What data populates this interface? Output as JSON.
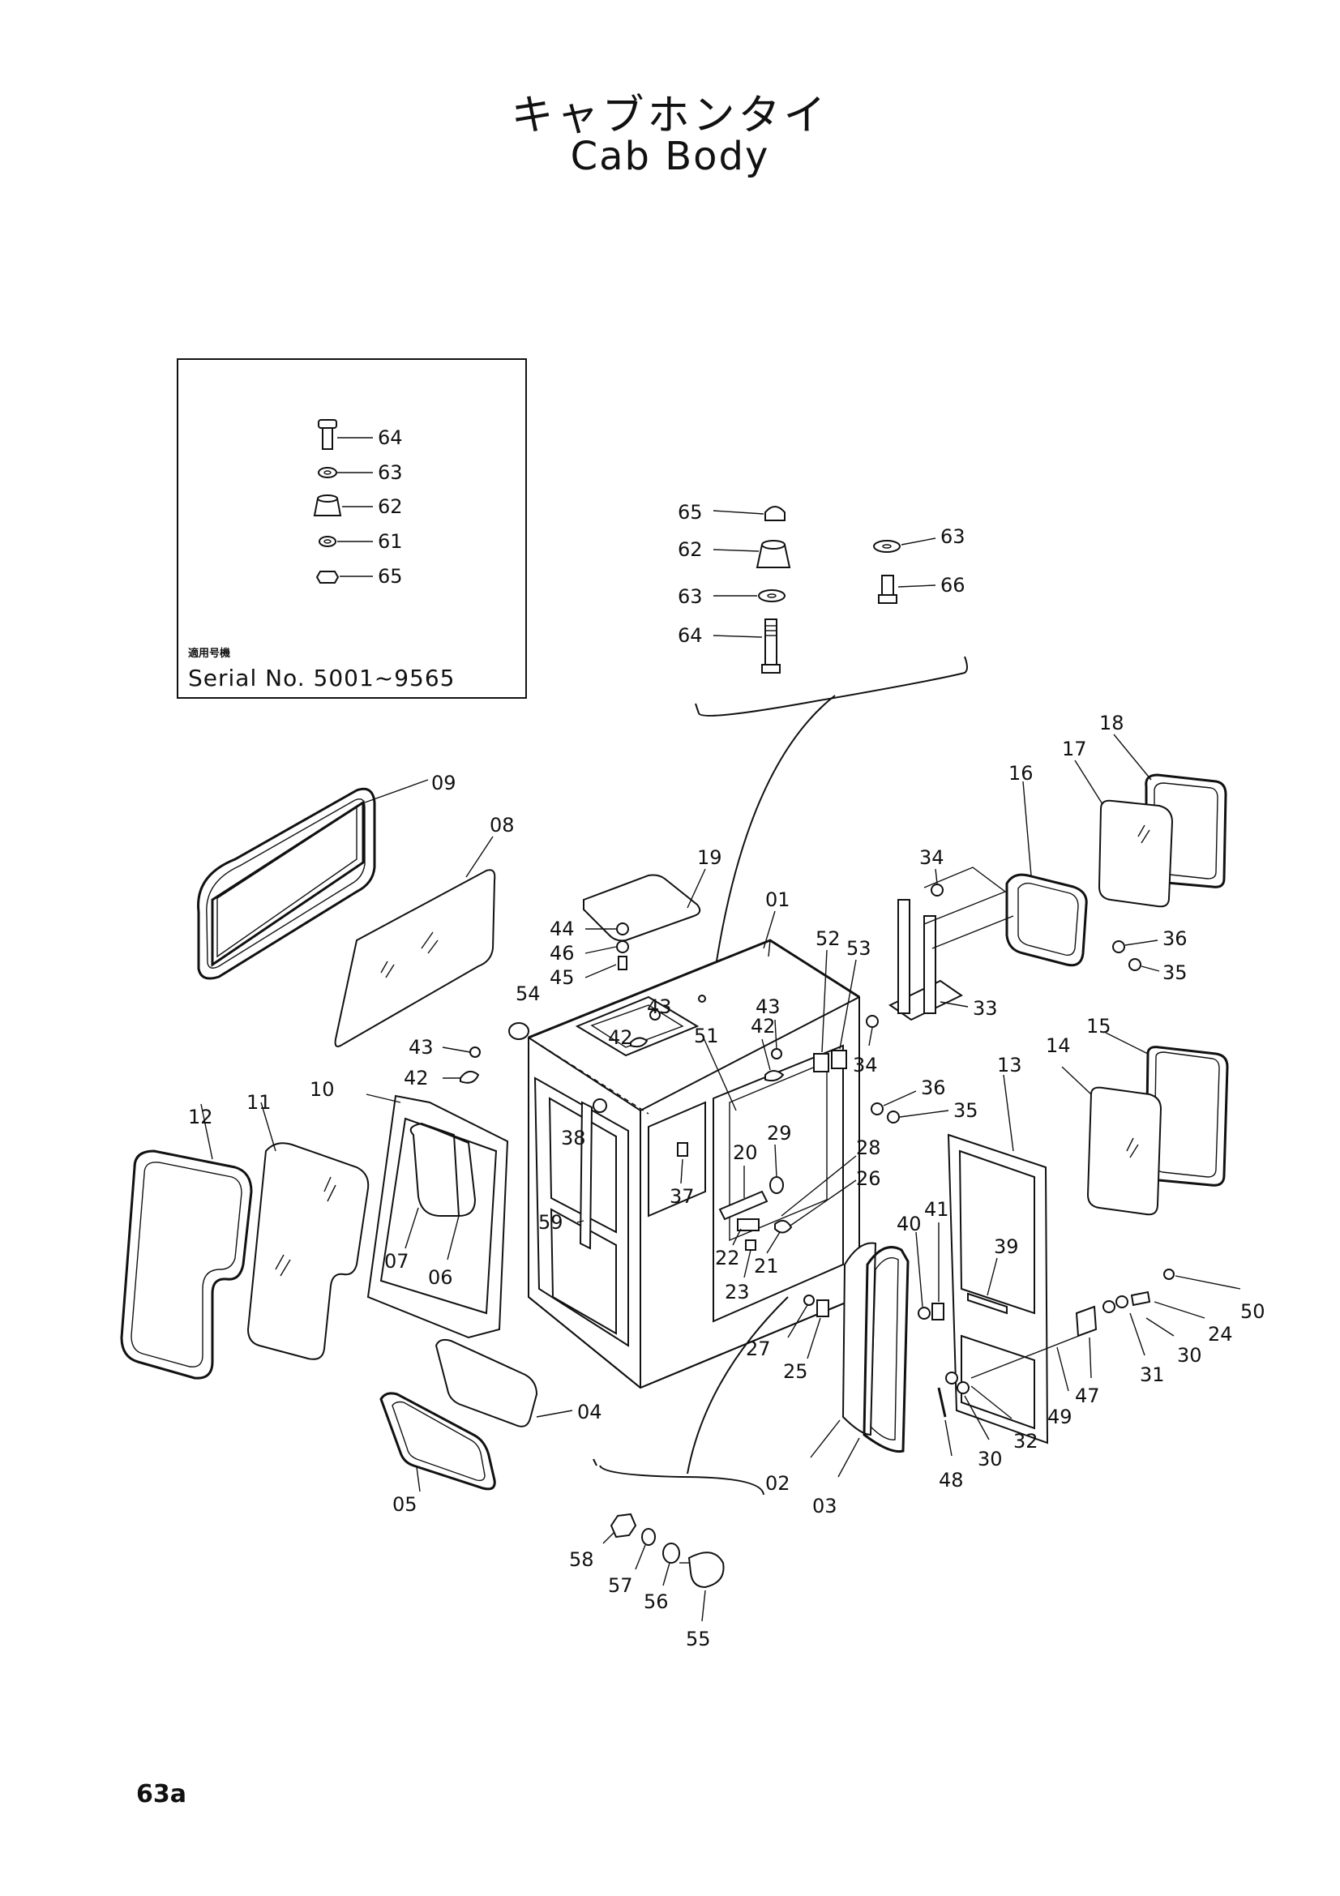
{
  "title": {
    "japanese": "キャブホンタイ",
    "english": "Cab Body"
  },
  "inset": {
    "note": "適用号機",
    "serial": "Serial No. 5001~9565",
    "callouts": [
      "64",
      "63",
      "62",
      "61",
      "65"
    ]
  },
  "page_number": "63a",
  "callouts": {
    "c01": "01",
    "c02": "02",
    "c03": "03",
    "c04": "04",
    "c05": "05",
    "c06": "06",
    "c07": "07",
    "c08": "08",
    "c09": "09",
    "c10": "10",
    "c11": "11",
    "c12": "12",
    "c13": "13",
    "c14": "14",
    "c15": "15",
    "c16": "16",
    "c17": "17",
    "c18": "18",
    "c19": "19",
    "c20": "20",
    "c21": "21",
    "c22": "22",
    "c23": "23",
    "c24": "24",
    "c25": "25",
    "c26": "26",
    "c27": "27",
    "c28": "28",
    "c29": "29",
    "c30a": "30",
    "c30b": "30",
    "c31": "31",
    "c32": "32",
    "c33": "33",
    "c34a": "34",
    "c34b": "34",
    "c35a": "35",
    "c35b": "35",
    "c36a": "36",
    "c36b": "36",
    "c37": "37",
    "c38": "38",
    "c39": "39",
    "c40": "40",
    "c41": "41",
    "c42a": "42",
    "c42b": "42",
    "c42c": "42",
    "c43a": "43",
    "c43b": "43",
    "c43c": "43",
    "c44": "44",
    "c45": "45",
    "c46": "46",
    "c47": "47",
    "c48": "48",
    "c49": "49",
    "c50": "50",
    "c51": "51",
    "c52": "52",
    "c53": "53",
    "c54": "54",
    "c55": "55",
    "c56": "56",
    "c57": "57",
    "c58": "58",
    "c59": "59",
    "c62": "62",
    "c63a": "63",
    "c63b": "63",
    "c64": "64",
    "c65": "65",
    "c66": "66"
  }
}
